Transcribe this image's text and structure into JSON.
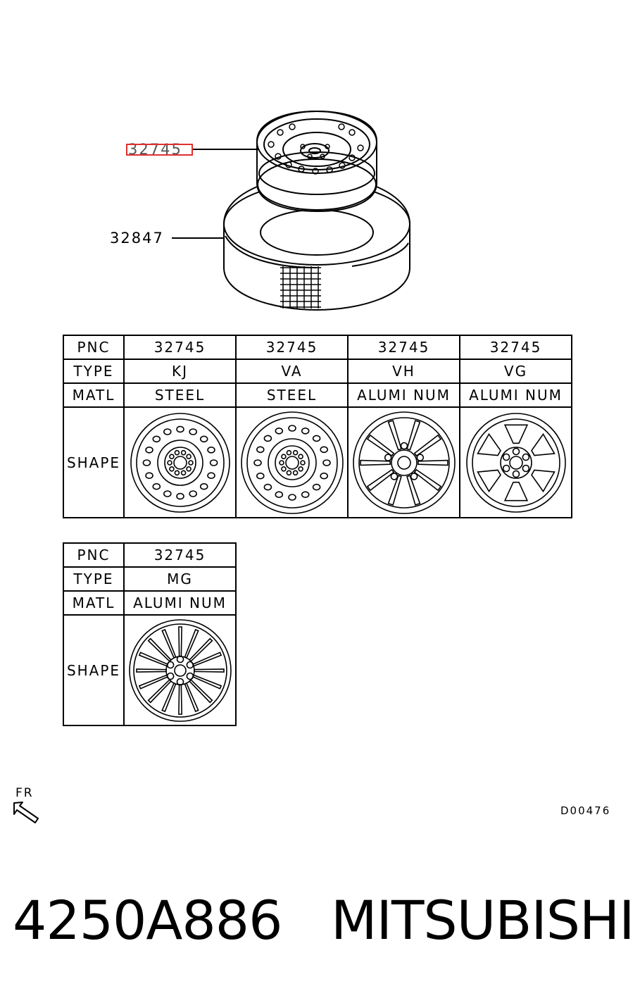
{
  "callouts": {
    "wheel_pnc": "32745",
    "tire_pnc": "32847"
  },
  "highlight_color": "#e03030",
  "table1": {
    "header_labels": {
      "pnc": "PNC",
      "type": "TYPE",
      "matl": "MATL",
      "shape": "SHAPE"
    },
    "columns": [
      {
        "pnc": "32745",
        "type": "KJ",
        "matl": "STEEL",
        "shape_icon": "steel-wheel-icon"
      },
      {
        "pnc": "32745",
        "type": "VA",
        "matl": "STEEL",
        "shape_icon": "steel-wheel-icon"
      },
      {
        "pnc": "32745",
        "type": "VH",
        "matl": "ALUMI NUM",
        "shape_icon": "alloy-wheel-10-spoke-icon"
      },
      {
        "pnc": "32745",
        "type": "VG",
        "matl": "ALUMI NUM",
        "shape_icon": "alloy-wheel-6-spoke-icon"
      }
    ]
  },
  "table2": {
    "header_labels": {
      "pnc": "PNC",
      "type": "TYPE",
      "matl": "MATL",
      "shape": "SHAPE"
    },
    "columns": [
      {
        "pnc": "32745",
        "type": "MG",
        "matl": "ALUMI NUM",
        "shape_icon": "alloy-wheel-multi-spoke-icon"
      }
    ]
  },
  "direction_label": "FR",
  "diagram_code": "D00476",
  "footer": {
    "part_number": "4250A886",
    "brand": "MITSUBISHI"
  }
}
